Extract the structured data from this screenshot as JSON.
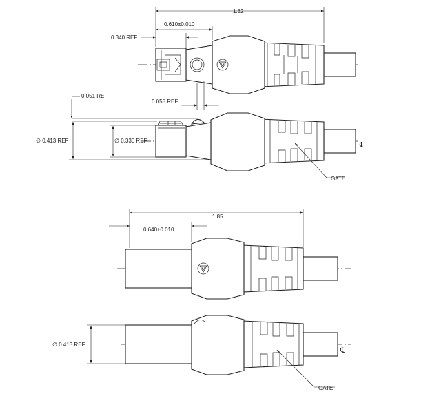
{
  "view_a": {
    "dim_overall": "1.82",
    "dim_tip": "0.610±0.010",
    "dim_ref_340": "0.340 REF",
    "dim_ref_055": "0.055 REF"
  },
  "view_b": {
    "dim_ref_051": "0.051 REF",
    "dim_dia_413": "∅ 0.413 REF",
    "dim_dia_330": "∅ 0.330 REF",
    "gate": "GATE",
    "centerline": "℄"
  },
  "view_c": {
    "dim_overall": "1.85",
    "dim_tip": "0.640±0.010"
  },
  "view_d": {
    "dim_dia_413": "∅ 0.413 REF",
    "gate": "GATE",
    "centerline": "℄"
  },
  "colors": {
    "line": "#222222",
    "background": "#ffffff"
  }
}
